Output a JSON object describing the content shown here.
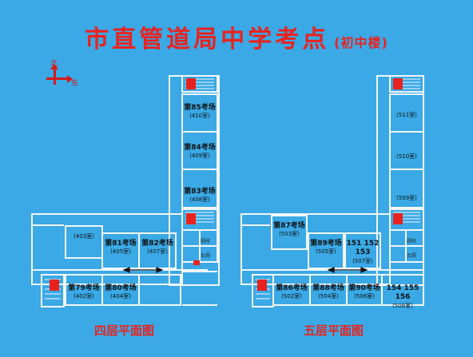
{
  "title": "市直管道局中学考点",
  "subtitle": "(初中楼)",
  "compass": {
    "north": "北",
    "east": "东"
  },
  "floor4": {
    "caption": "四层平面图",
    "rooms": [
      {
        "name": "第85考场",
        "num": "(410室)"
      },
      {
        "name": "第84考场",
        "num": "(409室)"
      },
      {
        "name": "第83考场",
        "num": "(408室)"
      },
      {
        "name": "",
        "num": "(403室)"
      },
      {
        "name": "第81考场",
        "num": "(405室)"
      },
      {
        "name": "第82考场",
        "num": "(407室)"
      },
      {
        "name": "第79考场",
        "num": "(402室)"
      },
      {
        "name": "第80考场",
        "num": "(404室)"
      }
    ],
    "small": {
      "toilet": "厕所",
      "toilet2": "女厕"
    }
  },
  "floor5": {
    "caption": "五层平面图",
    "rooms": [
      {
        "name": "",
        "num": "(511室)"
      },
      {
        "name": "",
        "num": "(510室)"
      },
      {
        "name": "",
        "num": "(509室)"
      },
      {
        "name": "第87考场",
        "num": "(503室)"
      },
      {
        "name": "第89考场",
        "num": "(505室)"
      },
      {
        "name": "151 152 153",
        "num": "(507室)"
      },
      {
        "name": "第86考场",
        "num": "(502室)"
      },
      {
        "name": "第88考场",
        "num": "(504室)"
      },
      {
        "name": "第90考场",
        "num": "(506室)"
      },
      {
        "name": "154 155 156",
        "num": "(508室)"
      }
    ],
    "small": {
      "toilet": "厕所",
      "toilet2": "女厕"
    }
  },
  "colors": {
    "background": "#3aa9e6",
    "title": "#e8231f",
    "wall": "#f2f6f8"
  }
}
